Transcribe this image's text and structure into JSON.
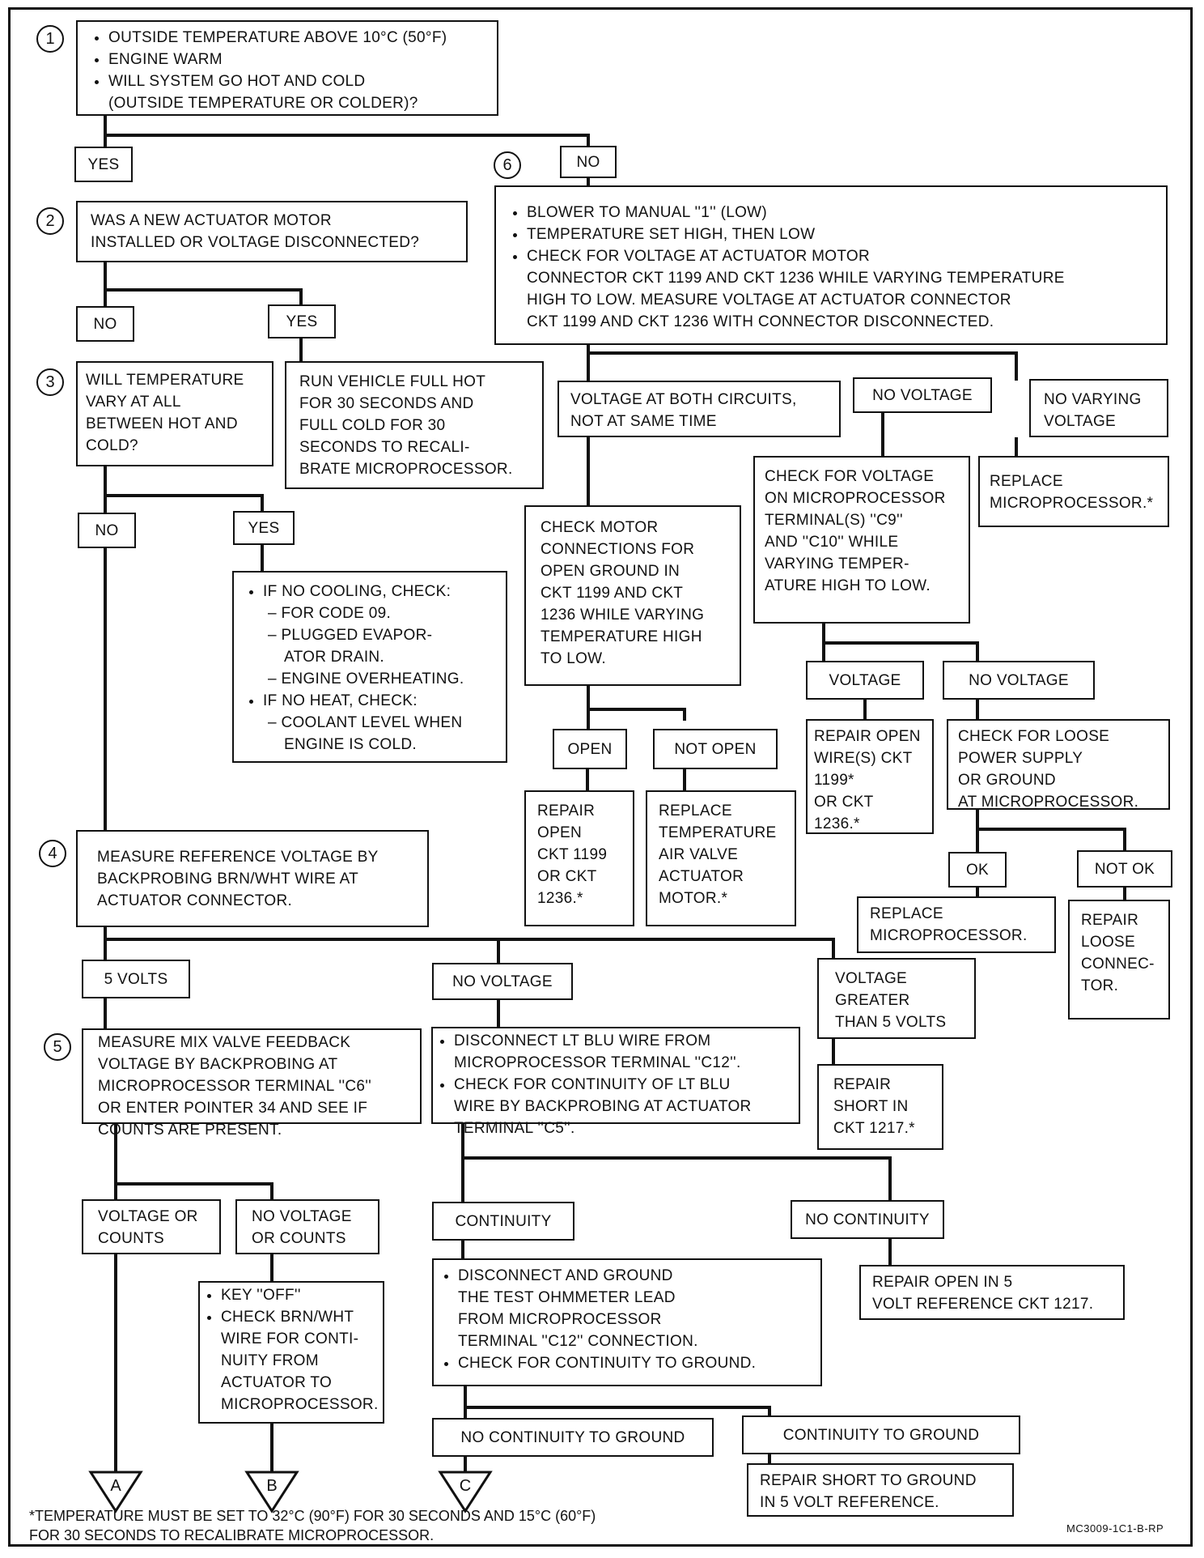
{
  "steps": {
    "s1": {
      "num": "1",
      "items": [
        "OUTSIDE TEMPERATURE ABOVE 10°C (50°F)",
        "ENGINE WARM",
        "WILL SYSTEM GO HOT AND COLD\n(OUTSIDE TEMPERATURE OR COLDER)?"
      ]
    },
    "s2": {
      "num": "2",
      "text": "WAS A NEW ACTUATOR MOTOR\nINSTALLED OR VOLTAGE DISCONNECTED?"
    },
    "s3": {
      "num": "3",
      "text": "WILL TEMPERATURE\nVARY AT ALL\nBETWEEN HOT AND\nCOLD?"
    },
    "s4": {
      "num": "4",
      "text": "MEASURE REFERENCE VOLTAGE BY\nBACKPROBING BRN/WHT WIRE AT\nACTUATOR CONNECTOR."
    },
    "s5": {
      "num": "5",
      "text": "MEASURE MIX VALVE FEEDBACK\nVOLTAGE BY BACKPROBING AT\nMICROPROCESSOR TERMINAL ''C6''\nOR ENTER POINTER 34 AND SEE IF\nCOUNTS ARE PRESENT."
    },
    "s6": {
      "num": "6",
      "items": [
        "BLOWER TO MANUAL ''1'' (LOW)",
        "TEMPERATURE SET HIGH, THEN LOW",
        "CHECK FOR VOLTAGE AT ACTUATOR MOTOR\nCONNECTOR CKT 1199 AND CKT 1236 WHILE VARYING TEMPERATURE\nHIGH TO LOW. MEASURE VOLTAGE AT ACTUATOR CONNECTOR\nCKT 1199 AND CKT 1236 WITH CONNECTOR DISCONNECTED."
      ]
    }
  },
  "labels": {
    "yes1": "YES",
    "no1": "NO",
    "no2": "NO",
    "yes2": "YES",
    "no3": "NO",
    "yes3": "YES",
    "v5": "5 VOLTS",
    "nov4": "NO VOLTAGE",
    "vgt5": "VOLTAGE\nGREATER\nTHAN 5 VOLTS",
    "vc": "VOLTAGE OR\nCOUNTS",
    "novc": "NO VOLTAGE\nOR COUNTS",
    "cont": "CONTINUITY",
    "nocont": "NO CONTINUITY",
    "nocg": "NO CONTINUITY TO GROUND",
    "cg": "CONTINUITY TO GROUND",
    "vboth": "VOLTAGE AT BOTH CIRCUITS,\nNOT AT SAME TIME",
    "nov6": "NO VOLTAGE",
    "novary": "NO VARYING\nVOLTAGE",
    "open": "OPEN",
    "notopen": "NOT OPEN",
    "volt": "VOLTAGE",
    "novolt": "NO VOLTAGE",
    "ok": "OK",
    "notok": "NOT OK"
  },
  "actions": {
    "recal": "RUN VEHICLE FULL HOT\nFOR 30 SECONDS AND\nFULL COLD FOR 30\nSECONDS TO RECALI-\nBRATE MICROPROCESSOR.",
    "nocool_head": "IF NO COOLING, CHECK:",
    "nocool_items": [
      "FOR CODE 09.",
      "PLUGGED EVAPOR-\nATOR DRAIN.",
      "ENGINE OVERHEATING."
    ],
    "noheat_head": "IF NO HEAT, CHECK:",
    "noheat_items": [
      "COOLANT LEVEL WHEN\nENGINE IS COLD."
    ],
    "keyoff": [
      "KEY ''OFF''",
      "CHECK BRN/WHT\nWIRE FOR CONTI-\nNUITY FROM\nACTUATOR TO\nMICROPROCESSOR."
    ],
    "disc_blu": [
      "DISCONNECT LT BLU WIRE FROM\nMICROPROCESSOR TERMINAL ''C12''.",
      "CHECK FOR CONTINUITY OF LT BLU\nWIRE BY BACKPROBING AT ACTUATOR\nTERMINAL ''C5''."
    ],
    "repair_short_1217": "REPAIR\nSHORT IN\nCKT 1217.*",
    "disc_ground": [
      "DISCONNECT AND GROUND\nTHE TEST OHMMETER LEAD\nFROM MICROPROCESSOR\nTERMINAL ''C12'' CONNECTION.",
      "CHECK FOR CONTINUITY TO  GROUND."
    ],
    "repair_open5": "REPAIR OPEN IN 5\nVOLT REFERENCE  CKT 1217.",
    "repair_short_gnd": "REPAIR SHORT TO GROUND\nIN 5 VOLT REFERENCE.",
    "check_motor": "CHECK MOTOR\nCONNECTIONS FOR\nOPEN GROUND IN\nCKT 1199 AND CKT\n1236 WHILE VARYING\nTEMPERATURE HIGH\nTO LOW.",
    "check_c9": "CHECK FOR VOLTAGE\nON MICROPROCESSOR\nTERMINAL(S) ''C9''\nAND ''C10'' WHILE\nVARYING TEMPER-\nATURE HIGH TO LOW.",
    "replace_micro1": "REPLACE\nMICROPROCESSOR.*",
    "repair_open_ckt": "REPAIR\nOPEN\nCKT 1199\nOR CKT\n1236.*",
    "replace_motor": "REPLACE\nTEMPERATURE\nAIR VALVE\nACTUATOR\nMOTOR.*",
    "repair_wires": "REPAIR OPEN\nWIRE(S) CKT\n1199*\nOR CKT\n1236.*",
    "check_loose": "CHECK FOR LOOSE\nPOWER SUPPLY\nOR GROUND\nAT MICROPROCESSOR.",
    "replace_micro2": "REPLACE\nMICROPROCESSOR.",
    "repair_loose": "REPAIR\nLOOSE\nCONNEC-\nTOR."
  },
  "connectors": [
    "A",
    "B",
    "C"
  ],
  "footnote": "*TEMPERATURE MUST BE SET TO 32°C (90°F) FOR 30 SECONDS AND 15°C (60°F)\nFOR 30 SECONDS TO RECALIBRATE MICROPROCESSOR.",
  "figure_code": "MC3009-1C1-B-RP"
}
